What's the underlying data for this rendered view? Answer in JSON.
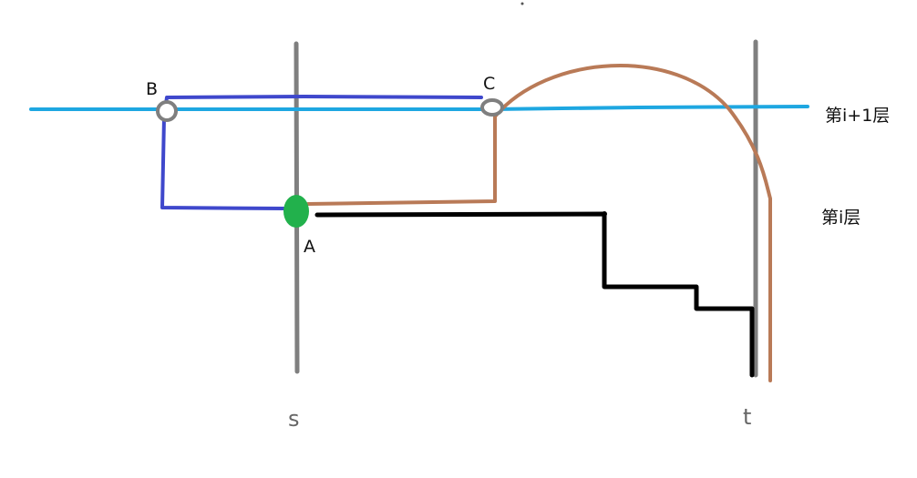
{
  "labels": {
    "point_b": "B",
    "point_c": "C",
    "point_a": "A",
    "layer_upper": "第i+1层",
    "layer_lower": "第i层",
    "source": "s",
    "target": "t"
  },
  "colors": {
    "layer_line": "#1ea7e1",
    "vertical_line": "#7f7f7f",
    "path_blue": "#3f48cc",
    "path_brown": "#b97a57",
    "path_black": "#000000",
    "node_a_fill": "#22b14c",
    "node_hollow_stroke": "#7f7f7f"
  }
}
